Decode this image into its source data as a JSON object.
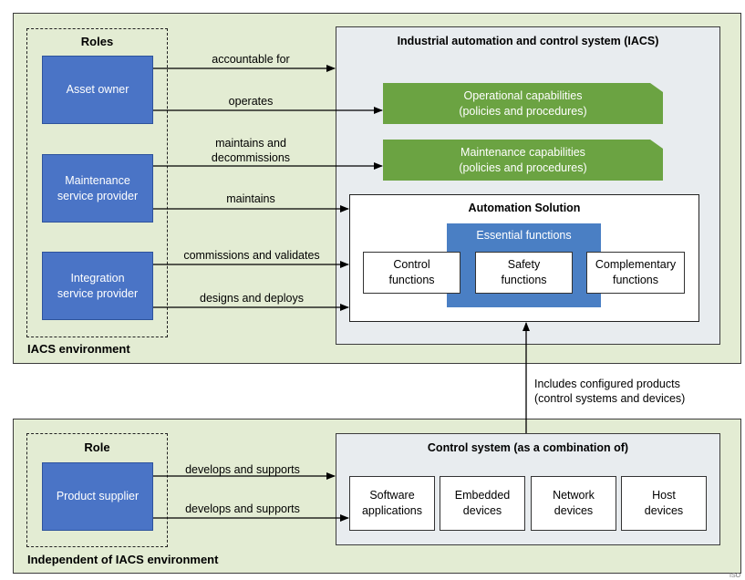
{
  "iacs_environment": {
    "label": "IACS environment",
    "roles": {
      "title": "Roles",
      "items": [
        {
          "label": "Asset owner"
        },
        {
          "label": "Maintenance\nservice provider"
        },
        {
          "label": "Integration\nservice provider"
        }
      ]
    },
    "iacs": {
      "title": "Industrial automation and control system (IACS)",
      "capabilities": [
        {
          "label": "Operational capabilities\n(policies and procedures)"
        },
        {
          "label": "Maintenance capabilities\n(policies and procedures)"
        }
      ],
      "automation_solution": {
        "title": "Automation Solution",
        "essential_title": "Essential functions",
        "functions": [
          {
            "label": "Control\nfunctions"
          },
          {
            "label": "Safety\nfunctions"
          },
          {
            "label": "Complementary\nfunctions"
          }
        ]
      }
    },
    "relations": [
      {
        "label": "accountable for"
      },
      {
        "label": "operates"
      },
      {
        "label": "maintains and\ndecommissions"
      },
      {
        "label": "maintains"
      },
      {
        "label": "commissions and validates"
      },
      {
        "label": "designs and deploys"
      }
    ]
  },
  "includes_label": "Includes configured products\n(control systems and devices)",
  "independent_environment": {
    "label": "Independent of IACS environment",
    "role": {
      "title": "Role",
      "label": "Product supplier"
    },
    "control_system": {
      "title": "Control system (as a combination of)",
      "components": [
        {
          "label": "Software\napplications"
        },
        {
          "label": "Embedded\ndevices"
        },
        {
          "label": "Network\ndevices"
        },
        {
          "label": "Host\ndevices"
        }
      ]
    },
    "relations": [
      {
        "label": "develops and supports"
      },
      {
        "label": "develops and supports"
      }
    ]
  },
  "footer_mark": "ISO",
  "colors": {
    "environment_fill": "#e3ecd3",
    "role_fill": "#4a74c6",
    "capability_fill": "#6ba342",
    "essential_fill": "#4a7fc4",
    "system_fill": "#e8ecef"
  }
}
